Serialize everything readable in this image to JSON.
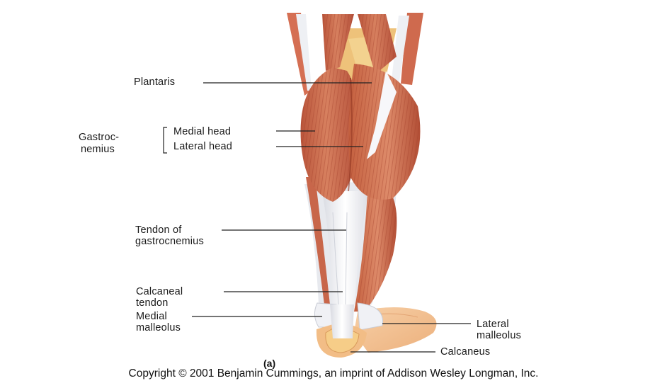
{
  "figure": {
    "panel_tag": "(a)",
    "copyright": "Copyright © 2001 Benjamin Cummings, an imprint of Addison Wesley Longman, Inc."
  },
  "labels": {
    "plantaris": "Plantaris",
    "gastroc_line1": "Gastroc-",
    "gastroc_line2": "nemius",
    "medial_head": "Medial head",
    "lateral_head": "Lateral head",
    "tendon_of_line1": "Tendon of",
    "tendon_of_line2": "gastrocnemius",
    "calcaneal_line1": "Calcaneal",
    "calcaneal_line2": "tendon",
    "medial_mall_line1": "Medial",
    "medial_mall_line2": "malleolus",
    "lateral_mall_line1": "Lateral",
    "lateral_mall_line2": "malleolus",
    "calcaneus": "Calcaneus"
  },
  "colors": {
    "muscle": "#c96a4e",
    "muscle_dark": "#a8462f",
    "muscle_light": "#e39a7c",
    "tendon": "#f2f2f4",
    "bone": "#f4c18e",
    "fat": "#eec27a",
    "leader": "#222222"
  }
}
